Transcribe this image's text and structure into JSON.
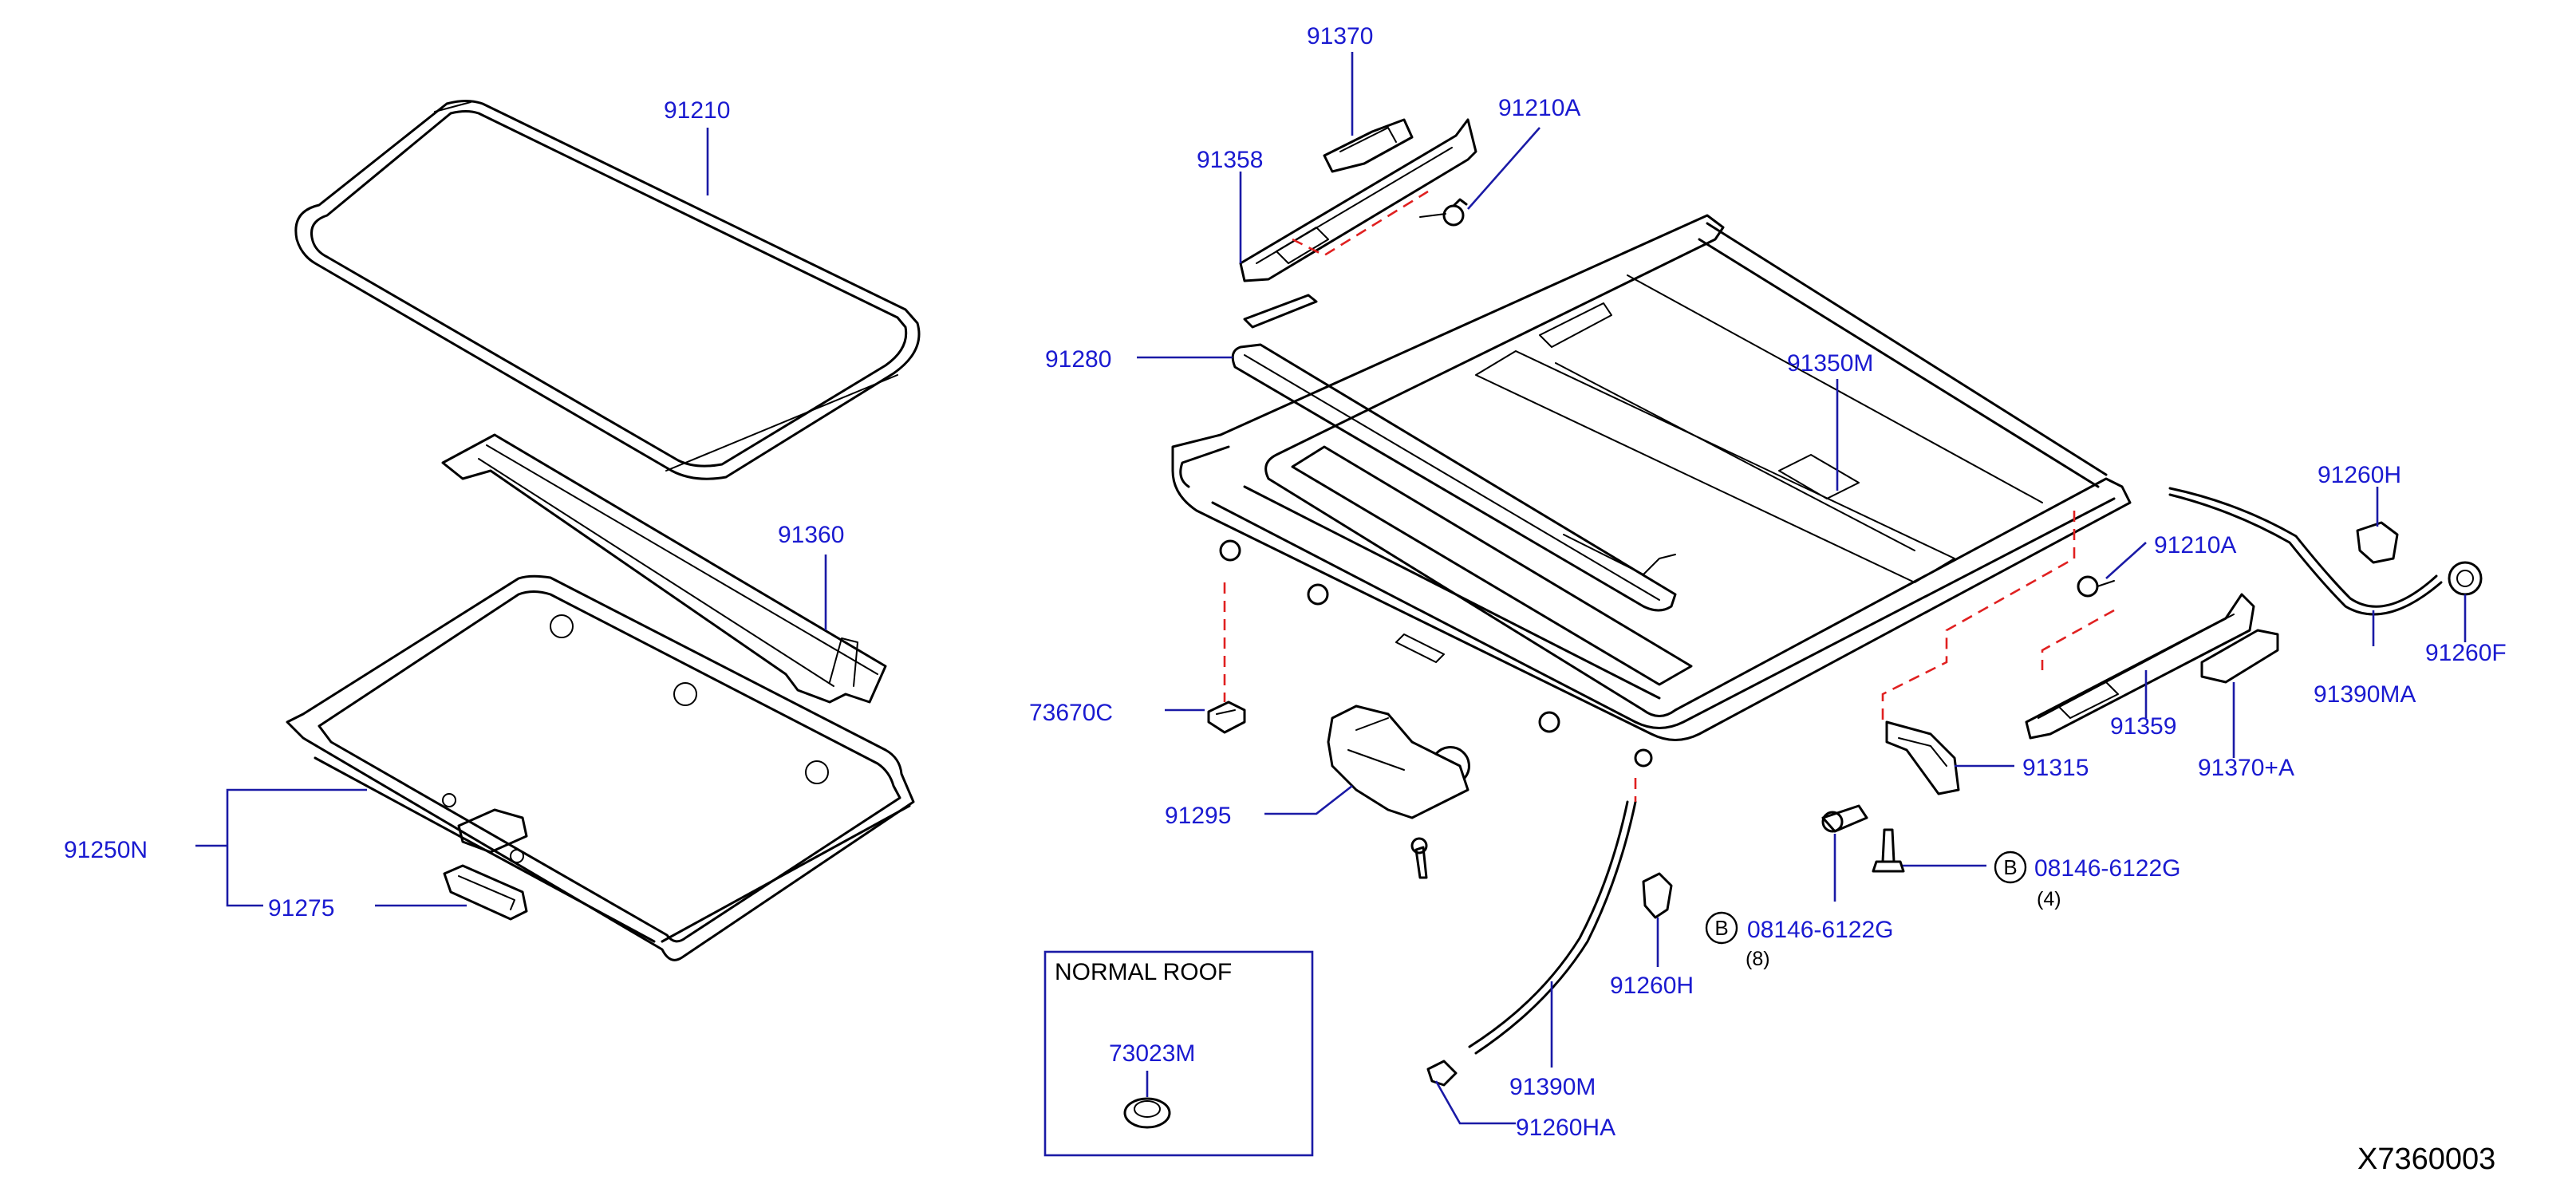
{
  "labels": {
    "p91210": "91210",
    "p91360": "91360",
    "p91250N": "91250N",
    "p91275": "91275",
    "p91370": "91370",
    "p91210A_top": "91210A",
    "p91358": "91358",
    "p91280": "91280",
    "p91350M": "91350M",
    "p73670C": "73670C",
    "p91295": "91295",
    "p91260H_right": "91260H",
    "p91210A_right": "91210A",
    "p91260F": "91260F",
    "p91359": "91359",
    "p91390MA": "91390MA",
    "p91315": "91315",
    "p91370A": "91370+A",
    "p08146_right": "08146-6122G",
    "p08146_right_qty": "(4)",
    "p08146_mid": "08146-6122G",
    "p08146_mid_qty": "(8)",
    "p91260H_mid": "91260H",
    "p91390M": "91390M",
    "p91260HA": "91260HA",
    "p73023M": "73023M"
  },
  "bolt_marker": "B",
  "inset": {
    "title": "NORMAL   ROOF"
  },
  "diagram_code": "X7360003",
  "colors": {
    "label": "#1a1ad0",
    "leader": "#1a1aa6",
    "dash": "#e02020",
    "line": "#000000"
  }
}
